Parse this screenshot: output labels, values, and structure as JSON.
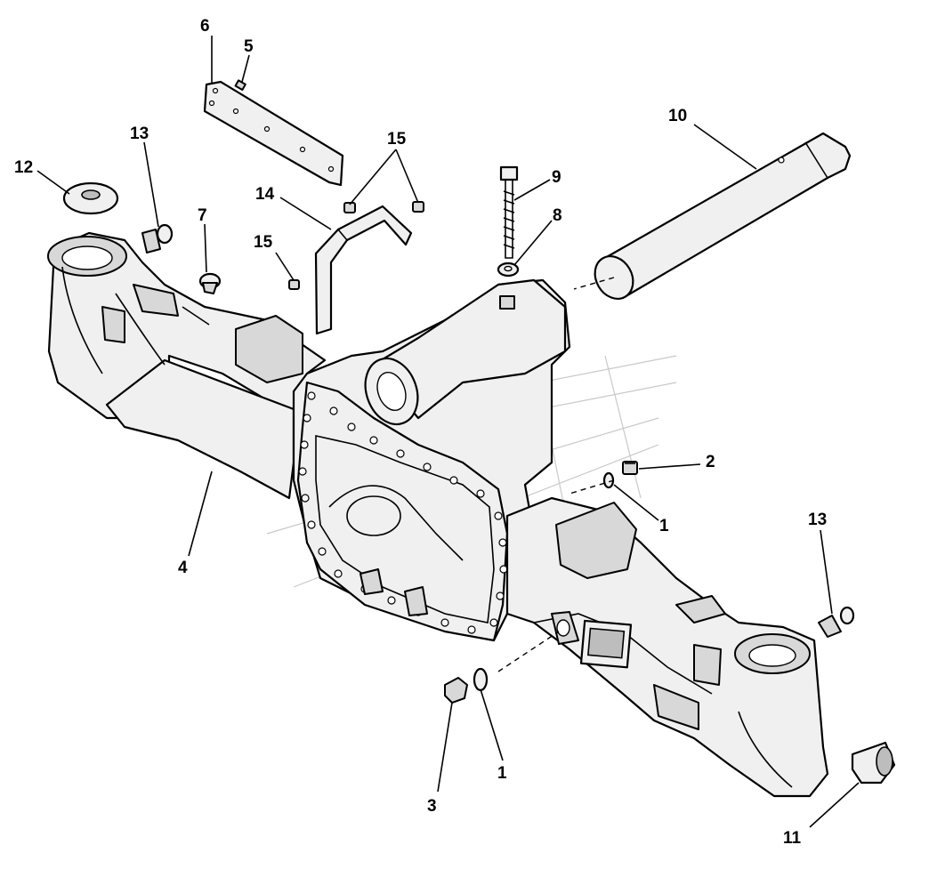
{
  "diagram": {
    "callouts": [
      {
        "id": "c1a",
        "text": "1"
      },
      {
        "id": "c1b",
        "text": "1"
      },
      {
        "id": "c2",
        "text": "2"
      },
      {
        "id": "c3",
        "text": "3"
      },
      {
        "id": "c4",
        "text": "4"
      },
      {
        "id": "c5",
        "text": "5"
      },
      {
        "id": "c6",
        "text": "6"
      },
      {
        "id": "c7",
        "text": "7"
      },
      {
        "id": "c8",
        "text": "8"
      },
      {
        "id": "c9",
        "text": "9"
      },
      {
        "id": "c10",
        "text": "10"
      },
      {
        "id": "c11",
        "text": "11"
      },
      {
        "id": "c12",
        "text": "12"
      },
      {
        "id": "c13a",
        "text": "13"
      },
      {
        "id": "c13b",
        "text": "13"
      },
      {
        "id": "c14",
        "text": "14"
      },
      {
        "id": "c15a",
        "text": "15"
      },
      {
        "id": "c15b",
        "text": "15"
      }
    ],
    "colors": {
      "line": "#000000",
      "fill": "#f0f0f0",
      "background": "#ffffff",
      "watermark": "#c9c9c9"
    }
  }
}
